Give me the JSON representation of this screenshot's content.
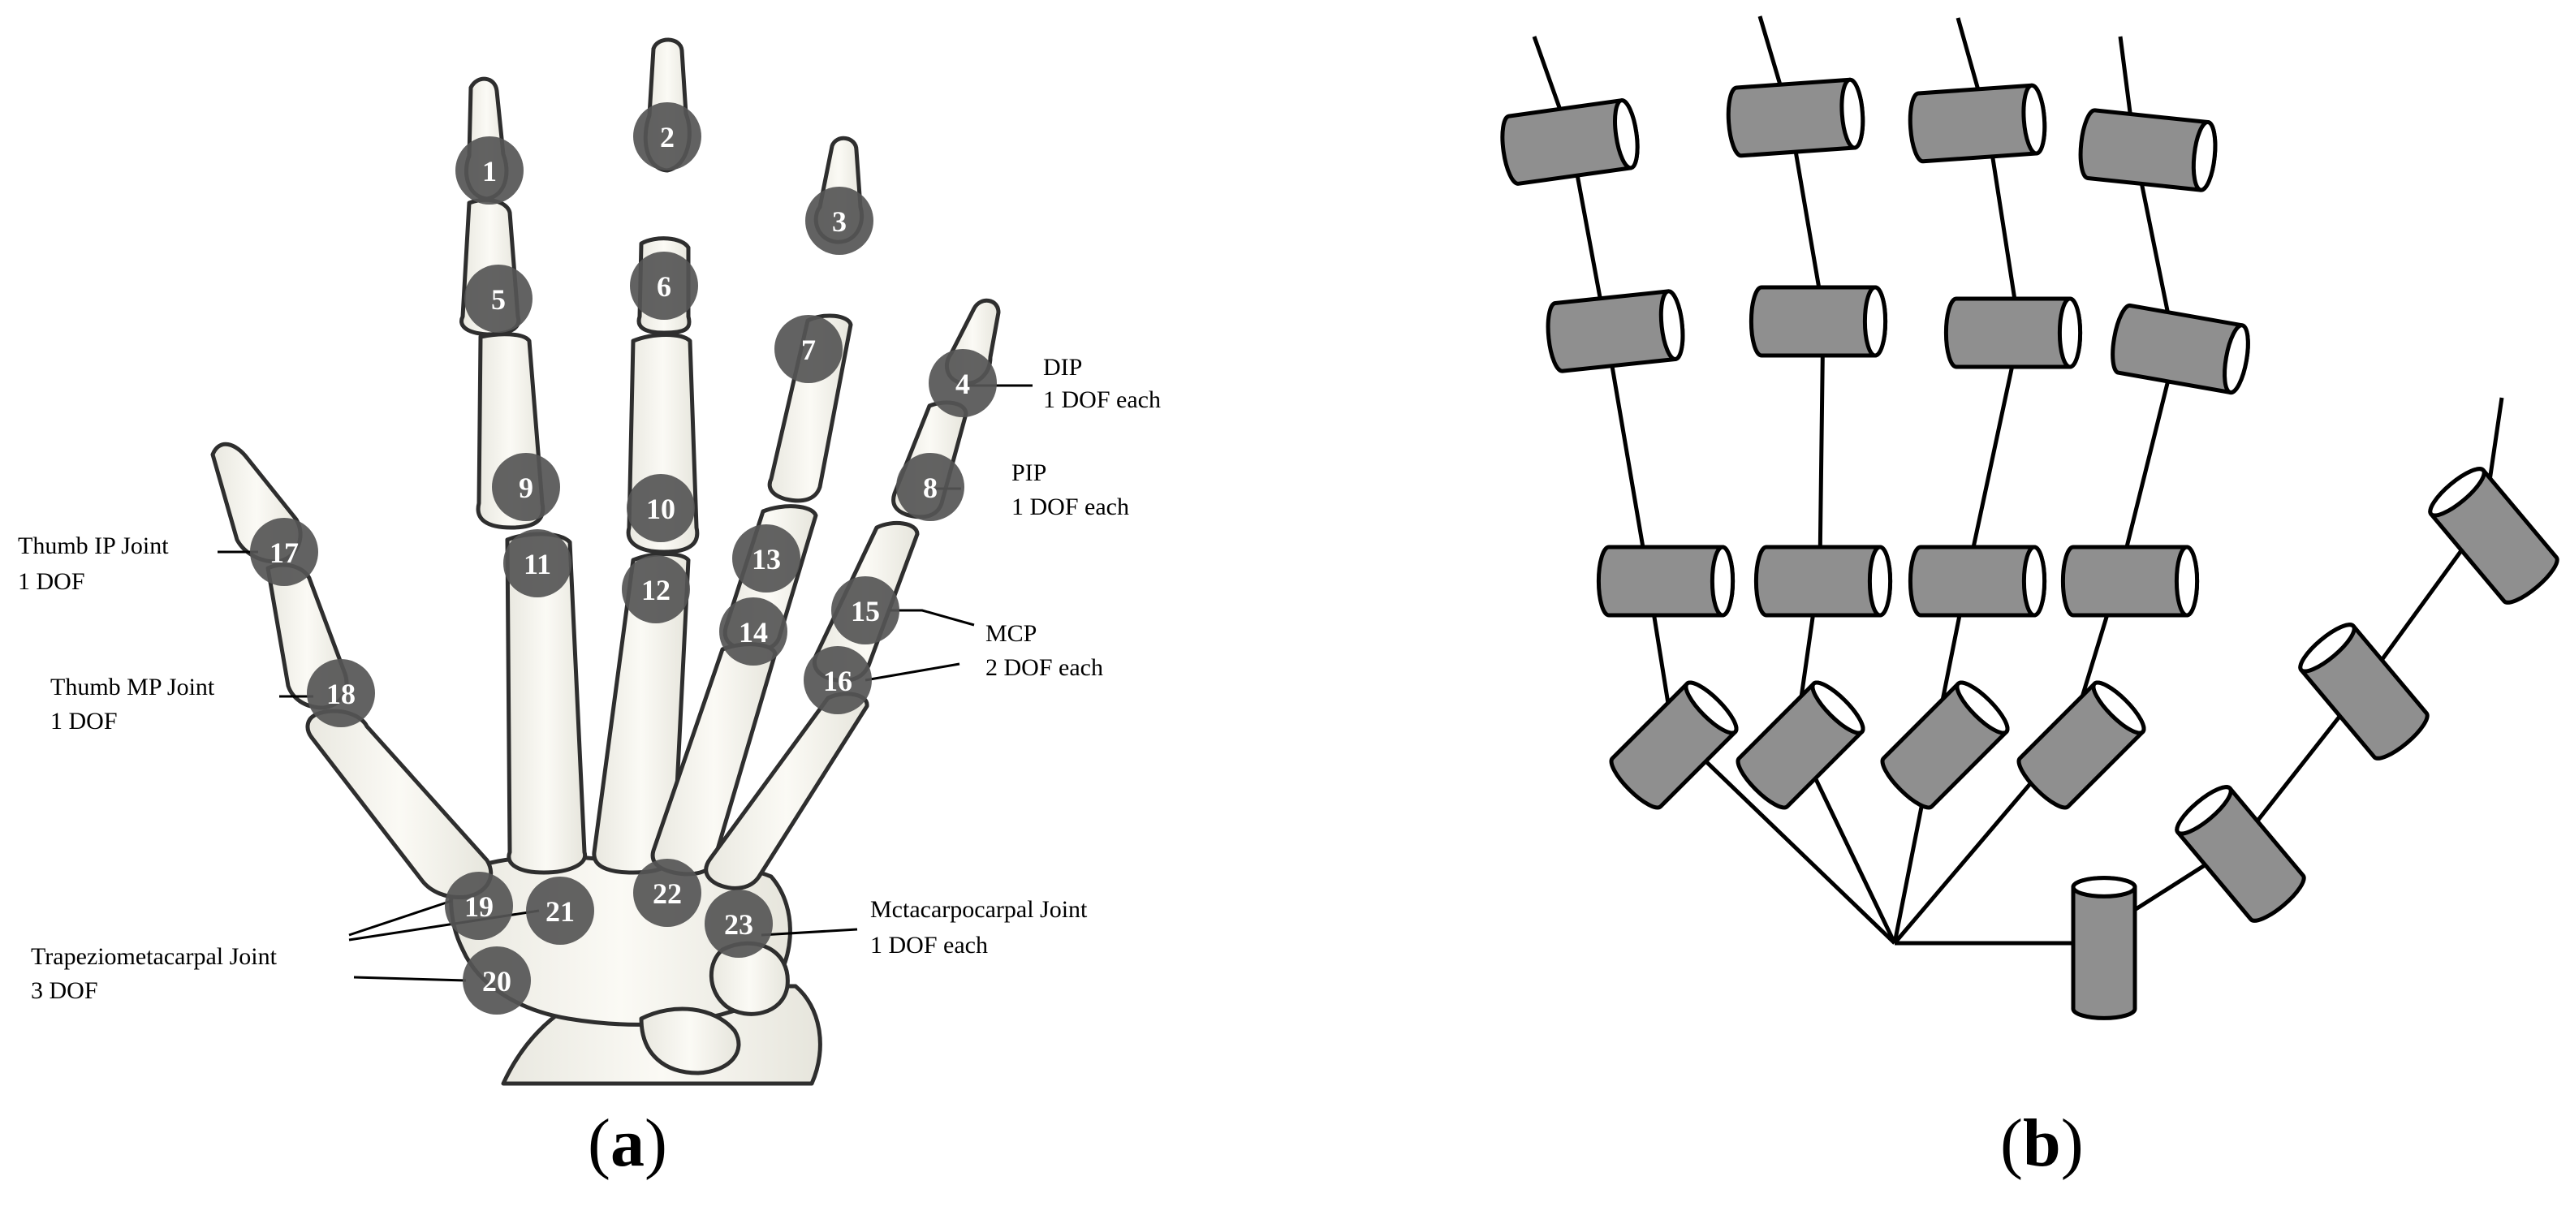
{
  "colors": {
    "joint_fill": "#555555",
    "joint_text": "#ffffff",
    "bone_fill": "#f7f6f0",
    "bone_stroke": "#333333",
    "cylinder_fill": "#8f8f8f",
    "cylinder_stroke": "#000000",
    "cap_fill": "#ffffff"
  },
  "panel_a": {
    "caption_open": "(",
    "caption_letter": "a",
    "caption_close": ")",
    "joints": [
      "1",
      "2",
      "3",
      "4",
      "5",
      "6",
      "7",
      "8",
      "9",
      "10",
      "11",
      "12",
      "13",
      "14",
      "15",
      "16",
      "17",
      "18",
      "19",
      "20",
      "21",
      "22",
      "23"
    ],
    "annotations": {
      "dip_title": "DIP",
      "dip_dof": "1 DOF each",
      "pip_title": "PIP",
      "pip_dof": "1 DOF each",
      "mcp_title": "MCP",
      "mcp_dof": "2 DOF each",
      "thumb_ip_title": "Thumb IP Joint",
      "thumb_ip_dof": "1 DOF",
      "thumb_mp_title": "Thumb MP Joint",
      "thumb_mp_dof": "1 DOF",
      "trapezio_title": "Trapeziometacarpal Joint",
      "trapezio_dof": "3 DOF",
      "metacarpo_title": "Mctacarpocarpal Joint",
      "metacarpo_dof": "1 DOF each"
    }
  },
  "panel_b": {
    "caption_open": "(",
    "caption_letter": "b",
    "caption_close": ")"
  }
}
